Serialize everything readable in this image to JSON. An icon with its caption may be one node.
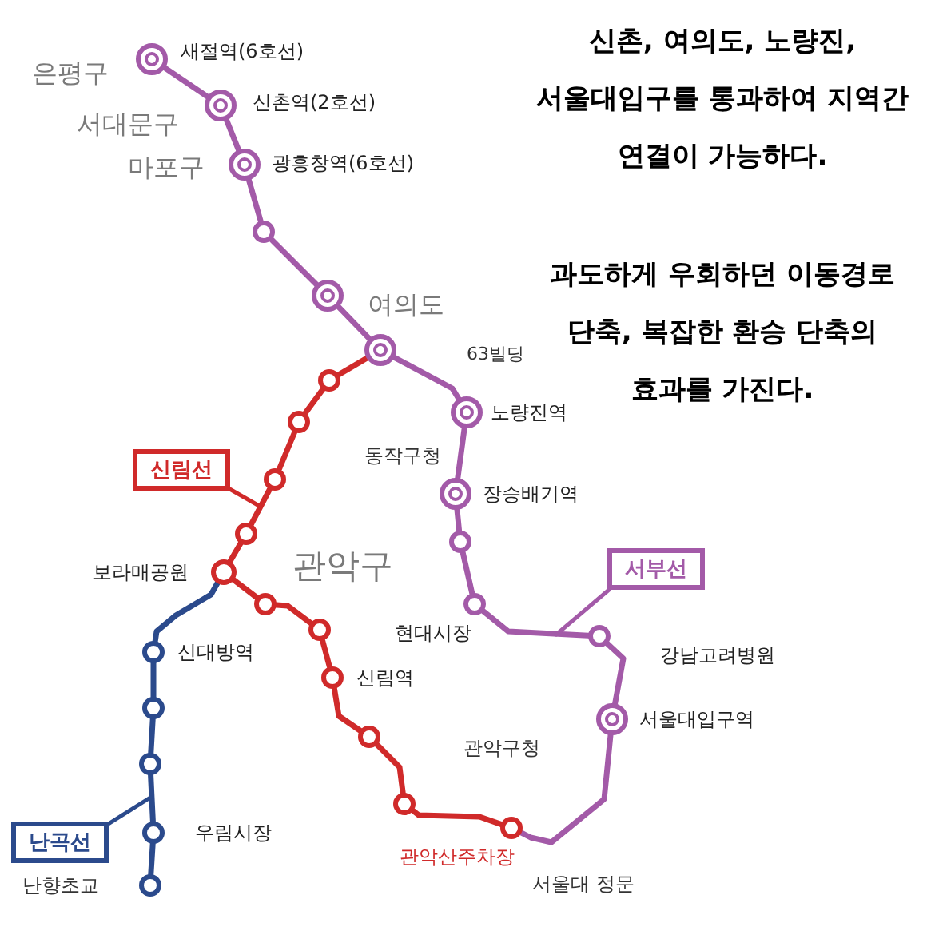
{
  "diagram": {
    "nodes": [
      {
        "text": [],
        "shape": "circle",
        "beside": [
          "새절역(6호선)"
        ]
      },
      {
        "text": [],
        "shape": "circle",
        "beside": [
          "신촌역(2호선)"
        ]
      },
      {
        "text": [],
        "shape": "circle",
        "beside": [
          "광흥창역(6호선)"
        ]
      },
      {
        "text": [],
        "shape": "circle"
      },
      {
        "text": [],
        "shape": "circle",
        "beside": [
          "여의도"
        ]
      },
      {
        "text": [],
        "shape": "circle"
      },
      {
        "text": [],
        "shape": "circle",
        "beside": [
          "노량진역"
        ]
      },
      {
        "text": [],
        "shape": "circle",
        "beside": [
          "장승배기역"
        ]
      },
      {
        "text": [],
        "shape": "circle"
      },
      {
        "text": [],
        "shape": "circle",
        "beside": [
          "현대시장"
        ]
      },
      {
        "text": [],
        "shape": "circle",
        "beside": [
          "강남고려병원"
        ]
      },
      {
        "text": [],
        "shape": "circle",
        "beside": [
          "서울대입구역"
        ]
      },
      {
        "text": [],
        "shape": "circle"
      },
      {
        "text": [],
        "shape": "circle"
      },
      {
        "text": [],
        "shape": "circle"
      },
      {
        "text": [],
        "shape": "circle"
      },
      {
        "text": [],
        "shape": "circle",
        "beside": [
          "보라매공원"
        ]
      },
      {
        "text": [],
        "shape": "circle"
      },
      {
        "text": [],
        "shape": "circle"
      },
      {
        "text": [],
        "shape": "circle",
        "beside": [
          "신림역"
        ]
      },
      {
        "text": [],
        "shape": "circle"
      },
      {
        "text": [],
        "shape": "circle"
      },
      {
        "text": [],
        "shape": "circle",
        "beside": [
          "관악산주차장"
        ]
      },
      {
        "text": [],
        "shape": "circle",
        "beside": [
          "신대방역"
        ]
      },
      {
        "text": [],
        "shape": "circle"
      },
      {
        "text": [],
        "shape": "circle"
      },
      {
        "text": [],
        "shape": "circle",
        "beside": [
          "우림시장"
        ]
      },
      {
        "text": [],
        "shape": "circle"
      },
      {
        "text": [
          "신림선"
        ]
      },
      {
        "text": [
          "서부선"
        ]
      },
      {
        "text": [
          "난곡선"
        ]
      }
    ],
    "edges": [
      {
        "from": 0,
        "to": 1,
        "arrow": "none"
      },
      {
        "from": 1,
        "to": 2,
        "arrow": "none"
      },
      {
        "from": 2,
        "to": 3,
        "arrow": "none"
      },
      {
        "from": 3,
        "to": 4,
        "arrow": "none"
      },
      {
        "from": 4,
        "to": 5,
        "arrow": "none"
      },
      {
        "from": 5,
        "to": 6,
        "arrow": "none"
      },
      {
        "from": 6,
        "to": 7,
        "arrow": "none"
      },
      {
        "from": 7,
        "to": 8,
        "arrow": "none"
      },
      {
        "from": 8,
        "to": 9,
        "arrow": "none"
      },
      {
        "from": 9,
        "to": 10,
        "arrow": "none"
      },
      {
        "from": 10,
        "to": 11,
        "arrow": "none"
      },
      {
        "from": 11,
        "to": 22,
        "arrow": "none"
      },
      {
        "from": 5,
        "to": 12,
        "arrow": "none",
        "color": "#d02a2a"
      },
      {
        "from": 12,
        "to": 13,
        "arrow": "none",
        "color": "#d02a2a"
      },
      {
        "from": 13,
        "to": 14,
        "arrow": "none",
        "color": "#d02a2a"
      },
      {
        "from": 14,
        "to": 15,
        "arrow": "none",
        "color": "#d02a2a"
      },
      {
        "from": 15,
        "to": 16,
        "arrow": "none",
        "color": "#d02a2a"
      },
      {
        "from": 16,
        "to": 17,
        "arrow": "none",
        "color": "#d02a2a"
      },
      {
        "from": 17,
        "to": 18,
        "arrow": "none",
        "color": "#d02a2a"
      },
      {
        "from": 18,
        "to": 19,
        "arrow": "none",
        "color": "#d02a2a"
      },
      {
        "from": 19,
        "to": 20,
        "arrow": "none",
        "color": "#d02a2a"
      },
      {
        "from": 20,
        "to": 21,
        "arrow": "none",
        "color": "#d02a2a"
      },
      {
        "from": 21,
        "to": 22,
        "arrow": "none",
        "color": "#d02a2a"
      },
      {
        "from": 16,
        "to": 23,
        "arrow": "none",
        "color": "#2b4a8c"
      },
      {
        "from": 23,
        "to": 24,
        "arrow": "none",
        "color": "#2b4a8c"
      },
      {
        "from": 24,
        "to": 25,
        "arrow": "none",
        "color": "#2b4a8c"
      },
      {
        "from": 25,
        "to": 26,
        "arrow": "none",
        "color": "#2b4a8c"
      },
      {
        "from": 26,
        "to": 27,
        "arrow": "none",
        "color": "#2b4a8c"
      },
      {
        "from": 28,
        "to": null,
        "arrow": "none",
        "color": "#d02a2a"
      },
      {
        "from": 29,
        "to": null,
        "arrow": "none"
      },
      {
        "from": 30,
        "to": null,
        "arrow": "none",
        "color": "#2b4a8c"
      }
    ],
    "labels": [
      "신촌, 여의도, 노량진, 서울대입구를 통과하여 지역간 연결이 가능하다.",
      "은평구",
      "서대문구",
      "마포구",
      "과도하게 우회하던 이동경로 단축, 복잡한 환승 단축의 효과를 가진다.",
      "63빌딩",
      "동작구청",
      "관악구",
      "관악구청",
      "서울대 정문",
      "난향초교"
    ]
  }
}
